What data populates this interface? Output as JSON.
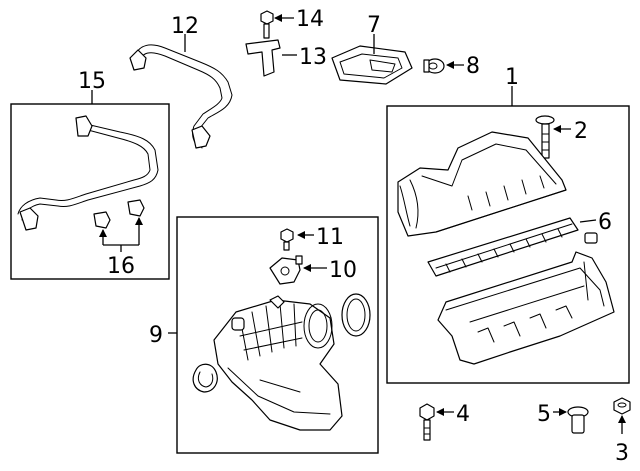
{
  "callouts": {
    "c1": "1",
    "c2": "2",
    "c3": "3",
    "c4": "4",
    "c5": "5",
    "c6": "6",
    "c7": "7",
    "c8": "8",
    "c9": "9",
    "c10": "10",
    "c11": "11",
    "c12": "12",
    "c13": "13",
    "c14": "14",
    "c15": "15",
    "c16": "16"
  },
  "colors": {
    "line": "#000000",
    "background": "#ffffff"
  }
}
